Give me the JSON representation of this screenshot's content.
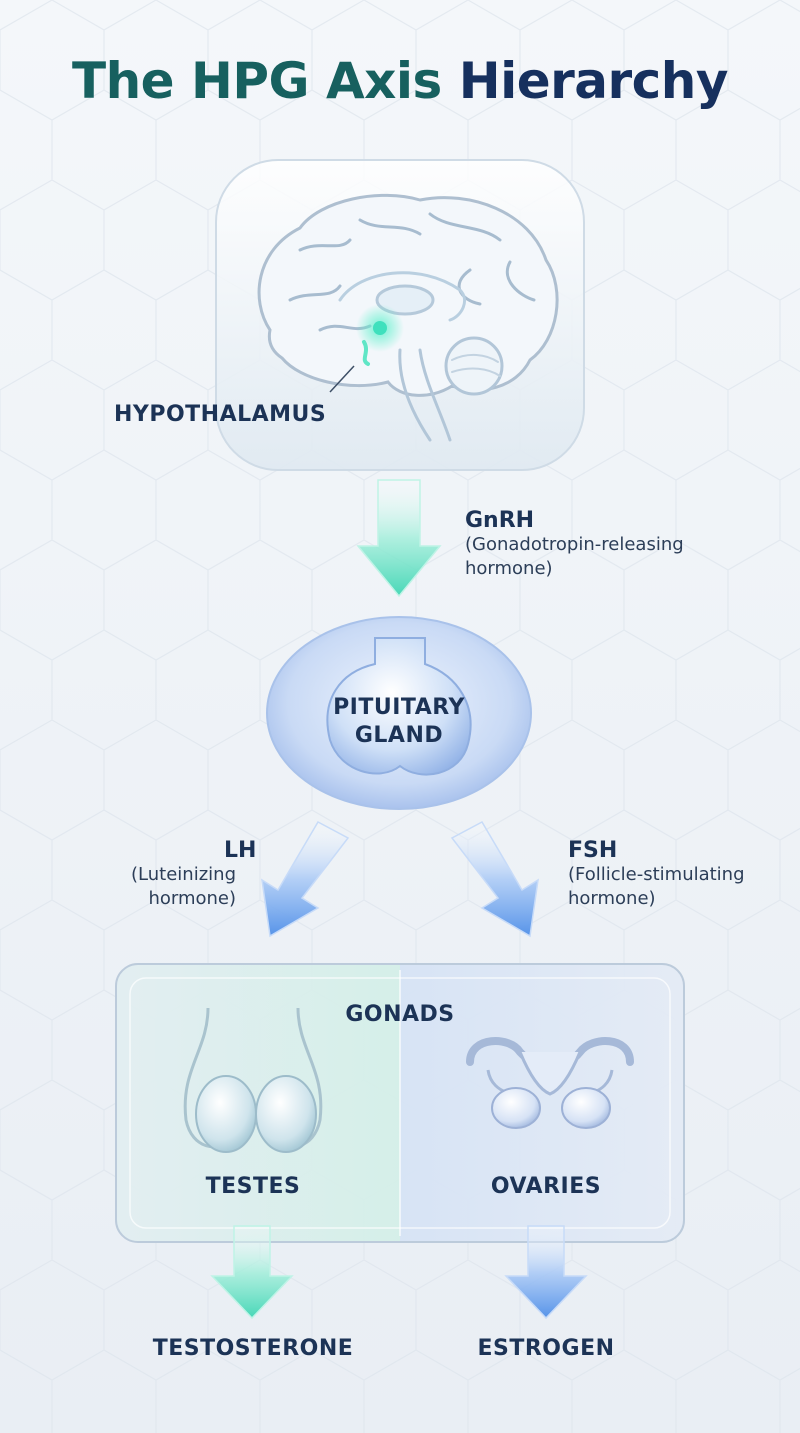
{
  "title": {
    "part1": "The HPG Axis",
    "part2": "Hierarchy"
  },
  "nodes": {
    "hypothalamus": "HYPOTHALAMUS",
    "pituitary_line1": "PITUITARY",
    "pituitary_line2": "GLAND",
    "gonads": "GONADS",
    "testes": "TESTES",
    "ovaries": "OVARIES"
  },
  "hormones": {
    "gnrh": {
      "name": "GnRH",
      "desc_line1": "(Gonadotropin-releasing",
      "desc_line2": "hormone)"
    },
    "lh": {
      "name": "LH",
      "desc_line1": "(Luteinizing",
      "desc_line2": "hormone)"
    },
    "fsh": {
      "name": "FSH",
      "desc_line1": "(Follicle-stimulating",
      "desc_line2": "hormone)"
    }
  },
  "outputs": {
    "testosterone": "TESTOSTERONE",
    "estrogen": "ESTROGEN"
  },
  "colors": {
    "teal": "#3fd6b4",
    "blue": "#4f8fe8",
    "title_teal": "#17605f",
    "title_navy": "#16305e",
    "label_navy": "#1c3356"
  }
}
